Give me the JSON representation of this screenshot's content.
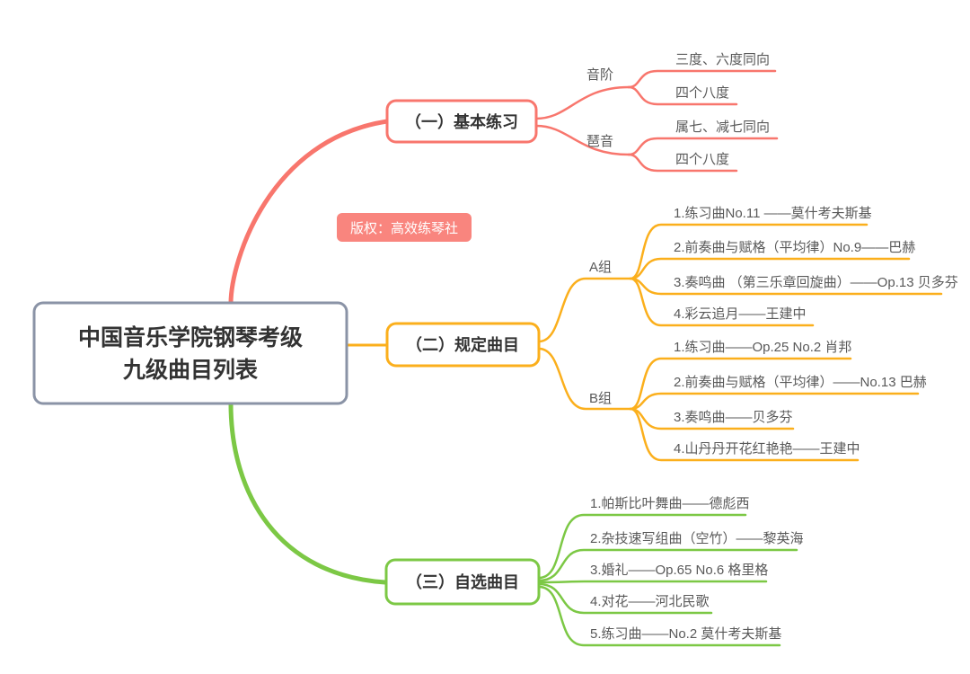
{
  "colors": {
    "red": "#F8766D",
    "yellow": "#FBAF1C",
    "green": "#7CC845",
    "root_border": "#8A93A6",
    "node_text": "#333333",
    "item_text": "#595959",
    "watermark_bg": "#F9857E",
    "watermark_text": "#FFFFFF",
    "background": "#FFFFFF"
  },
  "root": {
    "line1": "中国音乐学院钢琴考级",
    "line2": "九级曲目列表"
  },
  "watermark": {
    "label": "版权：高效练琴社"
  },
  "branches": [
    {
      "label": "（一）基本练习",
      "children": [
        {
          "label": "音阶",
          "items": [
            "三度、六度同向",
            "四个八度"
          ]
        },
        {
          "label": "琶音",
          "items": [
            "属七、减七同向",
            "四个八度"
          ]
        }
      ]
    },
    {
      "label": "（二）规定曲目",
      "children": [
        {
          "label": "A组",
          "items": [
            "1.练习曲No.11 ——莫什考夫斯基",
            "2.前奏曲与赋格（平均律）No.9——巴赫",
            "3.奏鸣曲 （第三乐章回旋曲）——Op.13 贝多芬",
            "4.彩云追月——王建中"
          ]
        },
        {
          "label": "B组",
          "items": [
            "1.练习曲——Op.25 No.2 肖邦",
            "2.前奏曲与赋格（平均律）——No.13 巴赫",
            "3.奏鸣曲——贝多芬",
            "4.山丹丹开花红艳艳——王建中"
          ]
        }
      ]
    },
    {
      "label": "（三）自选曲目",
      "items": [
        "1.帕斯比叶舞曲——德彪西",
        "2.杂技速写组曲（空竹）——黎英海",
        "3.婚礼——Op.65 No.6 格里格",
        "4.对花——河北民歌",
        "5.练习曲——No.2 莫什考夫斯基"
      ]
    }
  ]
}
